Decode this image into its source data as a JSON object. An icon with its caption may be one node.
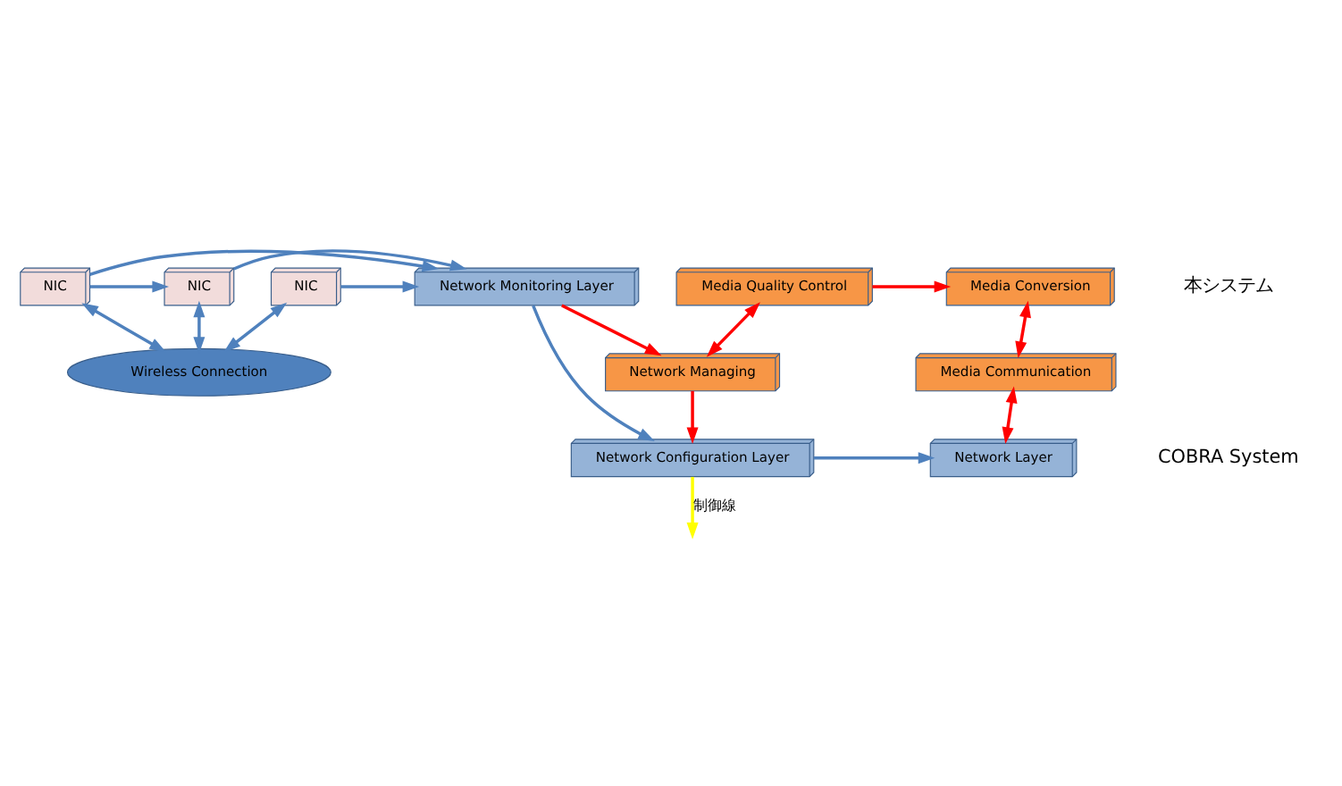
{
  "diagram": {
    "nodes": [
      {
        "text": [
          "Media Conversion"
        ]
      },
      {
        "text": [
          "Media Quality Control"
        ]
      },
      {
        "text": [
          "Media Communication"
        ]
      },
      {
        "text": [
          "Network Managing"
        ]
      },
      {
        "text": [
          "Network Layer"
        ]
      },
      {
        "text": [
          "Network Configuration Layer"
        ]
      },
      {
        "text": [
          "NIC"
        ]
      },
      {
        "text": [
          "NIC"
        ]
      },
      {
        "text": [
          "NIC"
        ]
      },
      {
        "text": [
          "Network Monitoring Layer"
        ]
      },
      {
        "text": [
          "Wireless Connection"
        ]
      }
    ],
    "edges": [
      {
        "from": 1,
        "to": 0,
        "arrow": "to",
        "color": "#ff0000"
      },
      {
        "from": 0,
        "to": 2,
        "arrow": "both",
        "color": "#ff0000"
      },
      {
        "from": 1,
        "to": 3,
        "arrow": "both",
        "color": "#ff0000"
      },
      {
        "from": 2,
        "to": 4,
        "arrow": "both",
        "color": "#ff0000"
      },
      {
        "from": 3,
        "to": 5,
        "arrow": "to",
        "color": "#ff0000"
      },
      {
        "from": 9,
        "to": 3,
        "arrow": "to",
        "color": "#ff0000"
      },
      {
        "from": 5,
        "to": 4,
        "arrow": "to"
      },
      {
        "from": 6,
        "to": 8,
        "arrow": "to"
      },
      {
        "from": 6,
        "to": 9,
        "arrow": "to"
      },
      {
        "from": 7,
        "to": 9,
        "arrow": "to"
      },
      {
        "from": 8,
        "to": 9,
        "arrow": "to"
      },
      {
        "from": 9,
        "to": 5,
        "arrow": "to"
      },
      {
        "from": 6,
        "to": 10,
        "arrow": "both"
      },
      {
        "from": 7,
        "to": 10,
        "arrow": "both"
      },
      {
        "from": 8,
        "to": 10,
        "arrow": "both"
      },
      {
        "from": 5,
        "to": null,
        "arrow": "to",
        "label": "制御線",
        "color": "#ffff00"
      }
    ],
    "labels": [
      "本システム",
      "COBRA System"
    ]
  }
}
